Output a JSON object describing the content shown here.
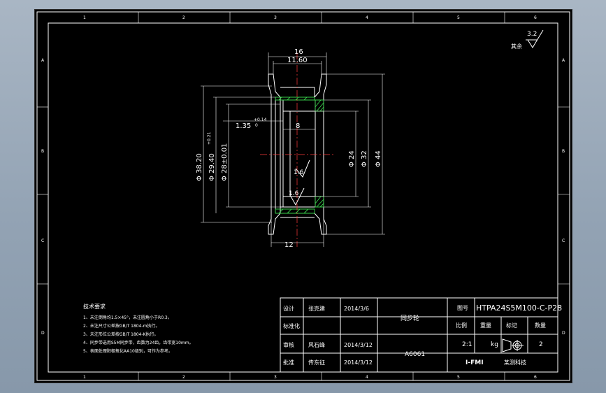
{
  "frame": {
    "zone_numbers": [
      "1",
      "2",
      "3",
      "4",
      "5",
      "6"
    ],
    "zone_letters": [
      "A",
      "B",
      "C",
      "D"
    ]
  },
  "surface_finish": {
    "value": "3.2",
    "note": "其余"
  },
  "dimensions": {
    "top_overall": "16",
    "top_inner": "11.60",
    "bottom_width": "12",
    "hub_width": "8",
    "tol_left": "1.35",
    "tol_left_upper": "+0.14",
    "tol_left_lower": "0",
    "dia_1": "Φ 38.20",
    "dia_2": "Φ 29.40",
    "dia_2_tol": "+0.21",
    "dia_3": "Φ 28±0.01",
    "dia_4": "Φ 24",
    "dia_5": "Φ 32",
    "dia_6": "Φ 44",
    "roughness_1": "1.6",
    "roughness_2": "1.6"
  },
  "tech_notes": {
    "title": "技术要求",
    "items": [
      "1、未注倒角均1.5×45°，未注圆角小于R0.3。",
      "2、未注尺寸公差按GB/T 1804-m执行。",
      "3、未注形位公差按GB/T 1804-K执行。",
      "4、同步带选用S5M同步带，齿数为24齿，齿带宽10mm。",
      "5、表面处理阳极氧化AA10级别，可作为参考。"
    ]
  },
  "title_block": {
    "row_labels": [
      "设计",
      "标准化",
      "审核",
      "批准"
    ],
    "names": [
      "张克建",
      "",
      "风石峰",
      "传东征"
    ],
    "dates": [
      "2014/3/6",
      "",
      "2014/3/12",
      "2014/3/12"
    ],
    "part_name": "同步轮",
    "material": "A6061",
    "drawing_no_label": "图号",
    "drawing_no": "HTPA24S5M100-C-P28",
    "scale_label": "比例",
    "weight_label": "重量",
    "proj_label": "标记",
    "qty_label": "数量",
    "scale": "2:1",
    "weight": "kg",
    "qty": "2",
    "company_logo": "I-FMI",
    "company": "某测科技"
  }
}
